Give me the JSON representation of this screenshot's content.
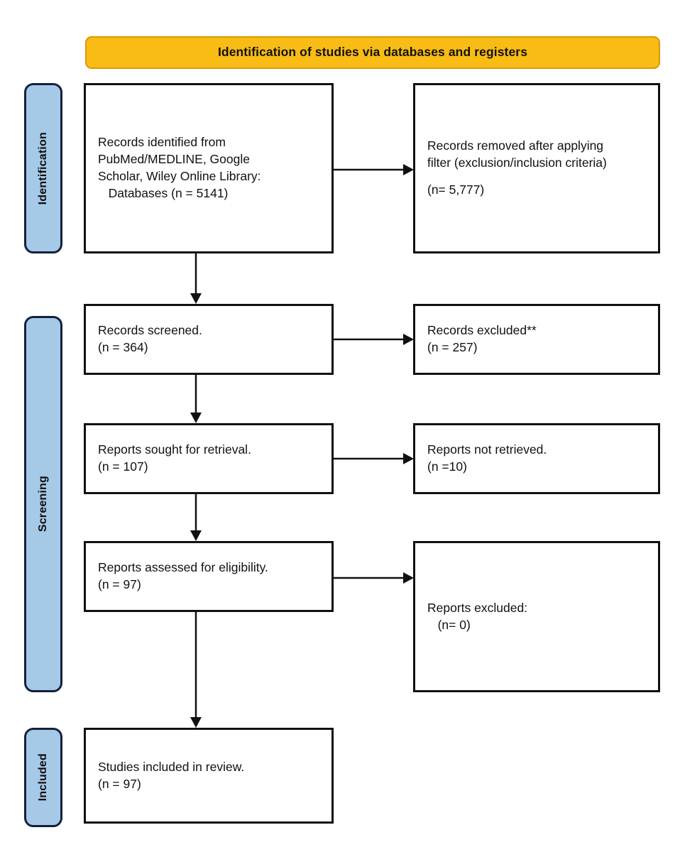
{
  "figure": {
    "type": "prisma-flow-diagram",
    "title": "Identification of studies via databases and registers",
    "colors": {
      "banner_fill": "#F9BC14",
      "banner_border": "#D99A07",
      "stage_fill": "#A6C9E8",
      "stage_border": "#14213D",
      "box_border": "#111111",
      "text": "#111111"
    }
  },
  "stages": [
    {
      "id": "identification",
      "label": "Identification"
    },
    {
      "id": "screening",
      "label": "Screening"
    },
    {
      "id": "included",
      "label": "Included"
    }
  ],
  "boxes": {
    "records_identified": {
      "lines": [
        "Records identified from",
        "PubMed/MEDLINE, Google",
        "Scholar, Wiley Online Library:",
        "   Databases (n = 5141)"
      ]
    },
    "records_removed": {
      "lines": [
        "Records removed after applying",
        "filter (exclusion/inclusion criteria)",
        "",
        "(n= 5,777)"
      ]
    },
    "records_screened": {
      "lines": [
        "Records screened.",
        "(n = 364)"
      ]
    },
    "records_excluded": {
      "lines": [
        "Records excluded**",
        "(n = 257)"
      ]
    },
    "reports_sought": {
      "lines": [
        "Reports sought for retrieval.",
        "(n = 107)"
      ]
    },
    "reports_not_retrieved": {
      "lines": [
        "Reports not retrieved.",
        "(n =10)"
      ]
    },
    "reports_assessed": {
      "lines": [
        "Reports assessed for eligibility.",
        "(n = 97)"
      ]
    },
    "reports_excluded": {
      "lines": [
        "Reports excluded:",
        "   (n= 0)"
      ]
    },
    "studies_included": {
      "lines": [
        "Studies included in review.",
        "(n = 97)"
      ]
    }
  },
  "chart_data": {
    "type": "diagram",
    "title": "Identification of studies via databases and registers",
    "nodes": [
      {
        "id": "records_identified",
        "stage": "Identification",
        "label": "Records identified from PubMed/MEDLINE, Google Scholar, Wiley Online Library: Databases",
        "n": 5141
      },
      {
        "id": "records_removed",
        "stage": "Identification",
        "label": "Records removed after applying filter (exclusion/inclusion criteria)",
        "n": 5777
      },
      {
        "id": "records_screened",
        "stage": "Screening",
        "label": "Records screened.",
        "n": 364
      },
      {
        "id": "records_excluded",
        "stage": "Screening",
        "label": "Records excluded**",
        "n": 257
      },
      {
        "id": "reports_sought",
        "stage": "Screening",
        "label": "Reports sought for retrieval.",
        "n": 107
      },
      {
        "id": "reports_not_retrieved",
        "stage": "Screening",
        "label": "Reports not retrieved.",
        "n": 10
      },
      {
        "id": "reports_assessed",
        "stage": "Screening",
        "label": "Reports assessed for eligibility.",
        "n": 97
      },
      {
        "id": "reports_excluded",
        "stage": "Screening",
        "label": "Reports excluded:",
        "n": 0
      },
      {
        "id": "studies_included",
        "stage": "Included",
        "label": "Studies included in review.",
        "n": 97
      }
    ],
    "edges": [
      {
        "from": "records_identified",
        "to": "records_removed",
        "direction": "right"
      },
      {
        "from": "records_identified",
        "to": "records_screened",
        "direction": "down"
      },
      {
        "from": "records_screened",
        "to": "records_excluded",
        "direction": "right"
      },
      {
        "from": "records_screened",
        "to": "reports_sought",
        "direction": "down"
      },
      {
        "from": "reports_sought",
        "to": "reports_not_retrieved",
        "direction": "right"
      },
      {
        "from": "reports_sought",
        "to": "reports_assessed",
        "direction": "down"
      },
      {
        "from": "reports_assessed",
        "to": "reports_excluded",
        "direction": "right"
      },
      {
        "from": "reports_assessed",
        "to": "studies_included",
        "direction": "down"
      }
    ]
  }
}
